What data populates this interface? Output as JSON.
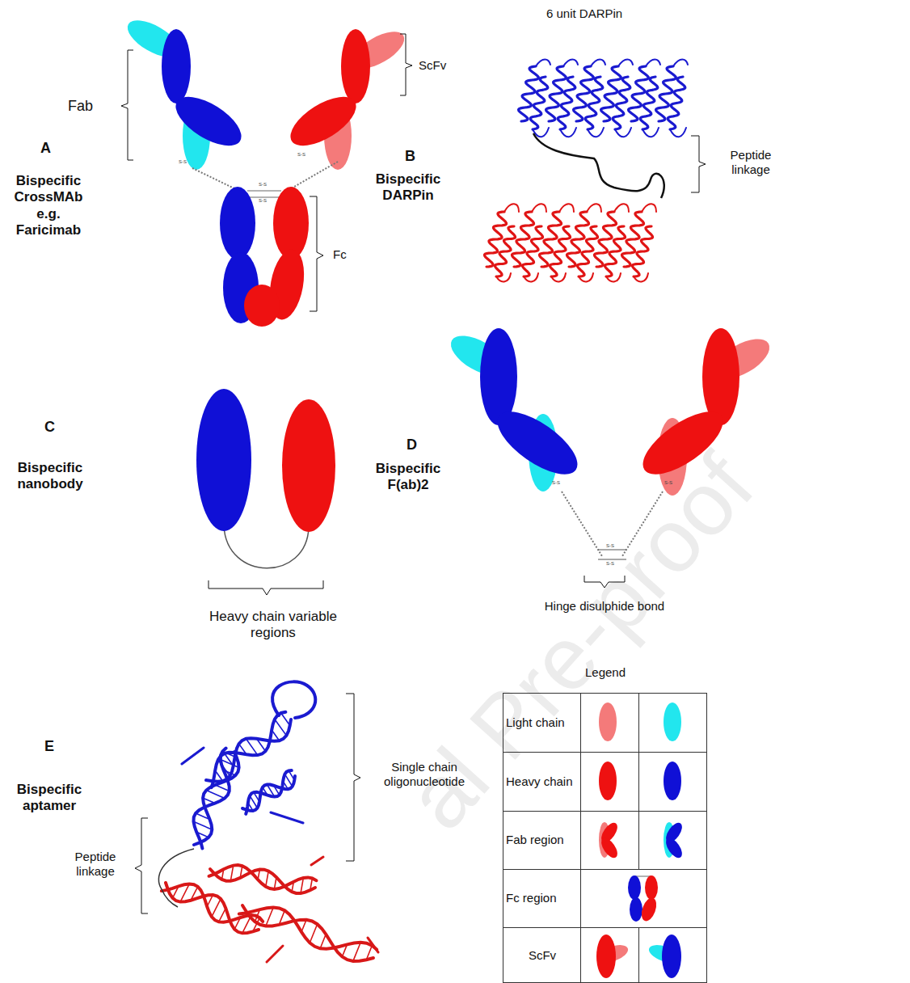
{
  "diagram": {
    "labels": [
      "6 unit DARPin",
      "Fab",
      "ScFv",
      "A",
      "Bispecific CrossMAb e.g. Faricimab",
      "B",
      "Bispecific DARPin",
      "Peptide linkage",
      "Fc",
      "S-S",
      "S-S",
      "S-S",
      "S-S",
      "C",
      "Bispecific nanobody",
      "Heavy chain variable regions",
      "D",
      "Bispecific F(ab)2",
      "S-S",
      "S-S",
      "S-S",
      "S-S",
      "Hinge disulphide bond",
      "E",
      "Bispecific aptamer",
      "Single chain oligonucleotide",
      "Peptide linkage",
      "Legend",
      "al Pre-proof"
    ],
    "legend": [
      {
        "text": "Light chain"
      },
      {
        "text": "Heavy chain"
      },
      {
        "text": "Fab region"
      },
      {
        "text": "Fc region"
      },
      {
        "text": "ScFv"
      }
    ]
  }
}
